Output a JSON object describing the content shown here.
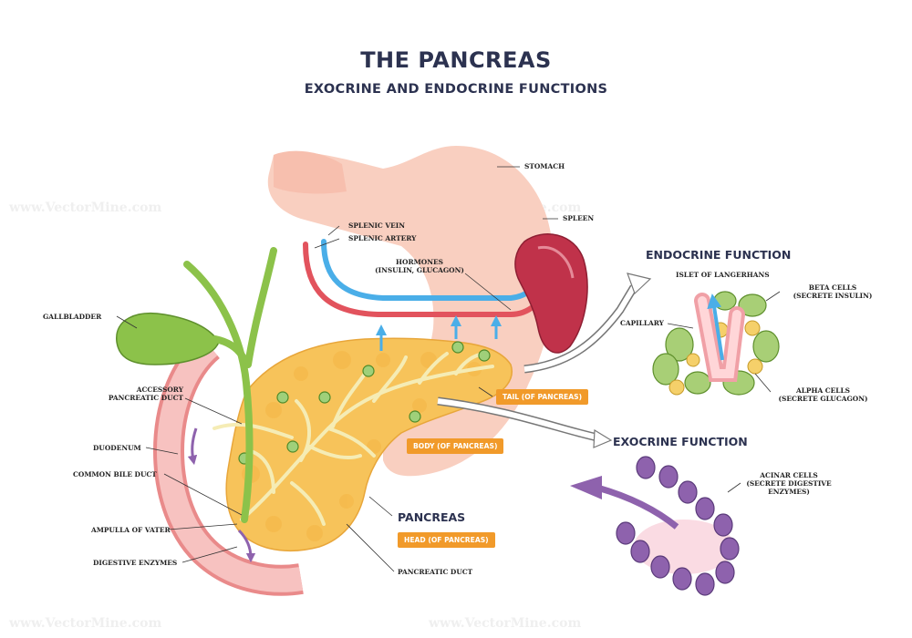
{
  "title": "THE PANCREAS",
  "subtitle": "EXOCRINE AND ENDOCRINE FUNCTIONS",
  "watermark": "www.VectorMine.com",
  "colors": {
    "stomach": "#f9cfc0",
    "pancreas": "#f7c35a",
    "duct": "#f5ecb5",
    "artery": "#e2535d",
    "vein": "#4aaee8",
    "spleen": "#c0324a",
    "gallbladder": "#8cc24a",
    "tag": "#f19a2a",
    "beta_cell": "#a8cf76",
    "alpha_cell": "#f5d06a",
    "acinar_cell": "#8e62ad",
    "title": "#2c3250"
  },
  "labels": {
    "stomach": "STOMACH",
    "splenic_vein": "SPLENIC VEIN",
    "splenic_artery": "SPLENIC ARTERY",
    "spleen": "SPLEEN",
    "hormones_1": "HORMONES",
    "hormones_2": "(INSULIN, GLUCAGON)",
    "gallbladder": "GALLBLADDER",
    "accessory_1": "ACCESSORY",
    "accessory_2": "PANCREATIC DUCT",
    "duodenum": "DUODENUM",
    "common_bile_duct": "COMMON BILE DUCT",
    "ampulla": "AMPULLA OF VATER",
    "digestive_enzymes": "DIGESTIVE ENZYMES",
    "pancreatic_duct": "PANCREATIC DUCT",
    "pancreas": "PANCREAS",
    "islet": "ISLET OF LANGERHANS",
    "capillary": "CAPILLARY",
    "beta_1": "BETA CELLS",
    "beta_2": "(SECRETE INSULIN)",
    "alpha_1": "ALPHA CELLS",
    "alpha_2": "(SECRETE GLUCAGON)",
    "acinar_1": "ACINAR CELLS",
    "acinar_2": "(SECRETE DIGESTIVE",
    "acinar_3": "ENZYMES)"
  },
  "headings": {
    "endocrine": "ENDOCRINE FUNCTION",
    "exocrine": "EXOCRINE FUNCTION"
  },
  "tags": {
    "tail": "TAIL (OF PANCREAS)",
    "body": "BODY (OF PANCREAS)",
    "head": "HEAD (OF PANCREAS)"
  }
}
